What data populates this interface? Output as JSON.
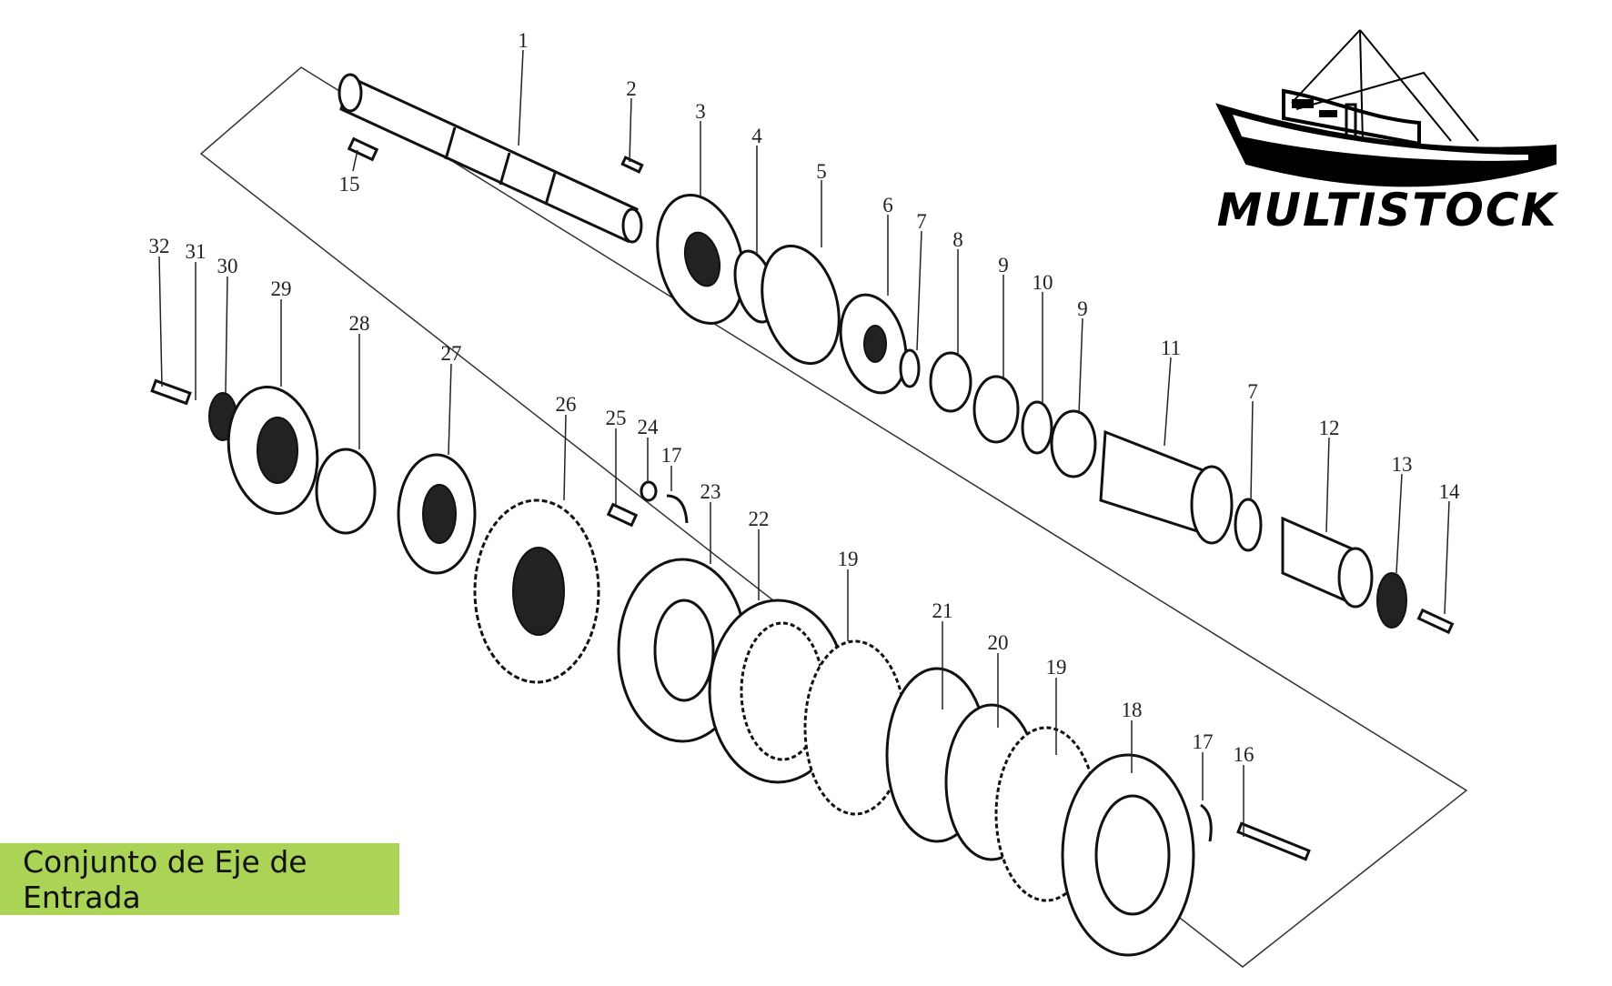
{
  "title": "Conjunto de Eje de Entrada",
  "logo": {
    "text": "MULTISTOCK",
    "icon": "fishing-boat-icon"
  },
  "part_labels": {
    "p1": "1",
    "p2": "2",
    "p3": "3",
    "p4": "4",
    "p5": "5",
    "p6": "6",
    "p7a": "7",
    "p8": "8",
    "p9a": "9",
    "p10": "10",
    "p9b": "9",
    "p11": "11",
    "p7b": "7",
    "p12": "12",
    "p13": "13",
    "p14": "14",
    "p15": "15",
    "p32": "32",
    "p31": "31",
    "p30": "30",
    "p29": "29",
    "p28": "28",
    "p27": "27",
    "p26": "26",
    "p25": "25",
    "p24": "24",
    "p17a": "17",
    "p23": "23",
    "p22": "22",
    "p19a": "19",
    "p21": "21",
    "p20": "20",
    "p19b": "19",
    "p18": "18",
    "p17b": "17",
    "p16": "16"
  },
  "colors": {
    "title_bg": "#abd356",
    "line": "#111111"
  }
}
